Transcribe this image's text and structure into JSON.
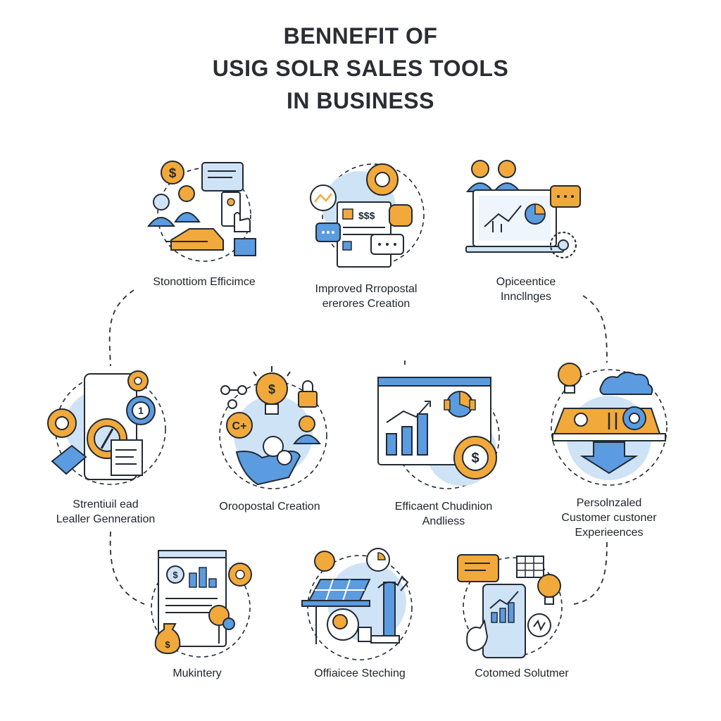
{
  "title": {
    "line1": "BENNEFIT OF",
    "line2": "USIG SOLR SALES TOOLS",
    "line3": "IN BUSINESS"
  },
  "colors": {
    "blue": "#5b9be0",
    "light_blue": "#cfe3f7",
    "orange": "#f2a93b",
    "ink": "#232a33"
  },
  "nodes": [
    {
      "id": "n1",
      "icon": "sales-team-icon",
      "label_lines": [
        "Stonottiom Efficimce"
      ]
    },
    {
      "id": "n2",
      "icon": "proposal-document-icon",
      "label_lines": [
        "Improved Rrropostal",
        "ererores Creation"
      ]
    },
    {
      "id": "n3",
      "icon": "laptop-analytics-icon",
      "label_lines": [
        "Opiceentice",
        "Inncllnges"
      ]
    },
    {
      "id": "n4",
      "icon": "lead-gears-icon",
      "label_lines": [
        "Strentiuil  ead",
        "Lealler Genneration"
      ]
    },
    {
      "id": "n5",
      "icon": "idea-hand-icon",
      "label_lines": [
        "Oroopostal Creation"
      ]
    },
    {
      "id": "n6",
      "icon": "bar-chart-dashboard-icon",
      "label_lines": [
        "Efficaent Chudinion",
        "Andliess"
      ]
    },
    {
      "id": "n7",
      "icon": "personalized-experience-icon",
      "label_lines": [
        "Persolnzaled",
        "Customer custoner",
        "Experieences"
      ]
    },
    {
      "id": "n8",
      "icon": "marketing-report-icon",
      "label_lines": [
        "Mukintery"
      ]
    },
    {
      "id": "n9",
      "icon": "solar-panel-icon",
      "label_lines": [
        "Offiaicee Steching"
      ]
    },
    {
      "id": "n10",
      "icon": "tablet-growth-icon",
      "label_lines": [
        "Cotomed Solutmer"
      ]
    }
  ]
}
